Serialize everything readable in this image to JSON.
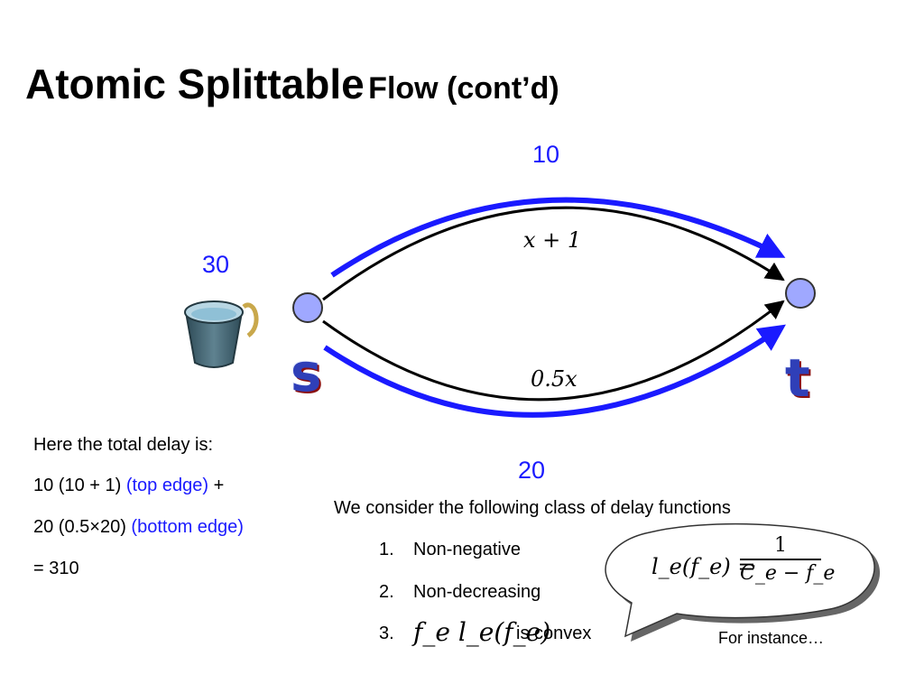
{
  "title": {
    "main": "Atomic Splittable",
    "sub": "Flow (cont’d)"
  },
  "diagram": {
    "top_flow": "10",
    "bottom_flow": "20",
    "supply": "30",
    "top_edge_delay": "x + 1",
    "bottom_edge_delay": "0.5x",
    "source_label": "s",
    "sink_label": "t",
    "colors": {
      "flow": "#1a1aff",
      "node": "#9fa8ff",
      "edge": "#000000"
    },
    "icons": [
      "bucket-icon"
    ]
  },
  "delay": {
    "line1": "Here the total delay is:",
    "line2_text": "10 (10 + 1) ",
    "line2_blue": "(top edge)",
    "line2_end": " +",
    "line3_text": "20 (0.5×20) ",
    "line3_blue": "(bottom edge)",
    "line4": "= 310"
  },
  "class": {
    "intro": "We consider the following class of delay functions",
    "items": [
      {
        "num": "1.",
        "text": "Non-negative"
      },
      {
        "num": "2.",
        "text": "Non-decreasing"
      },
      {
        "num": "3.",
        "text": "is convex",
        "math": "f_e l_e(f_e)"
      }
    ]
  },
  "callout": {
    "lhs": "l_e(f_e) =",
    "numerator": "1",
    "denominator": "C_e − f_e",
    "caption": "For instance…"
  }
}
